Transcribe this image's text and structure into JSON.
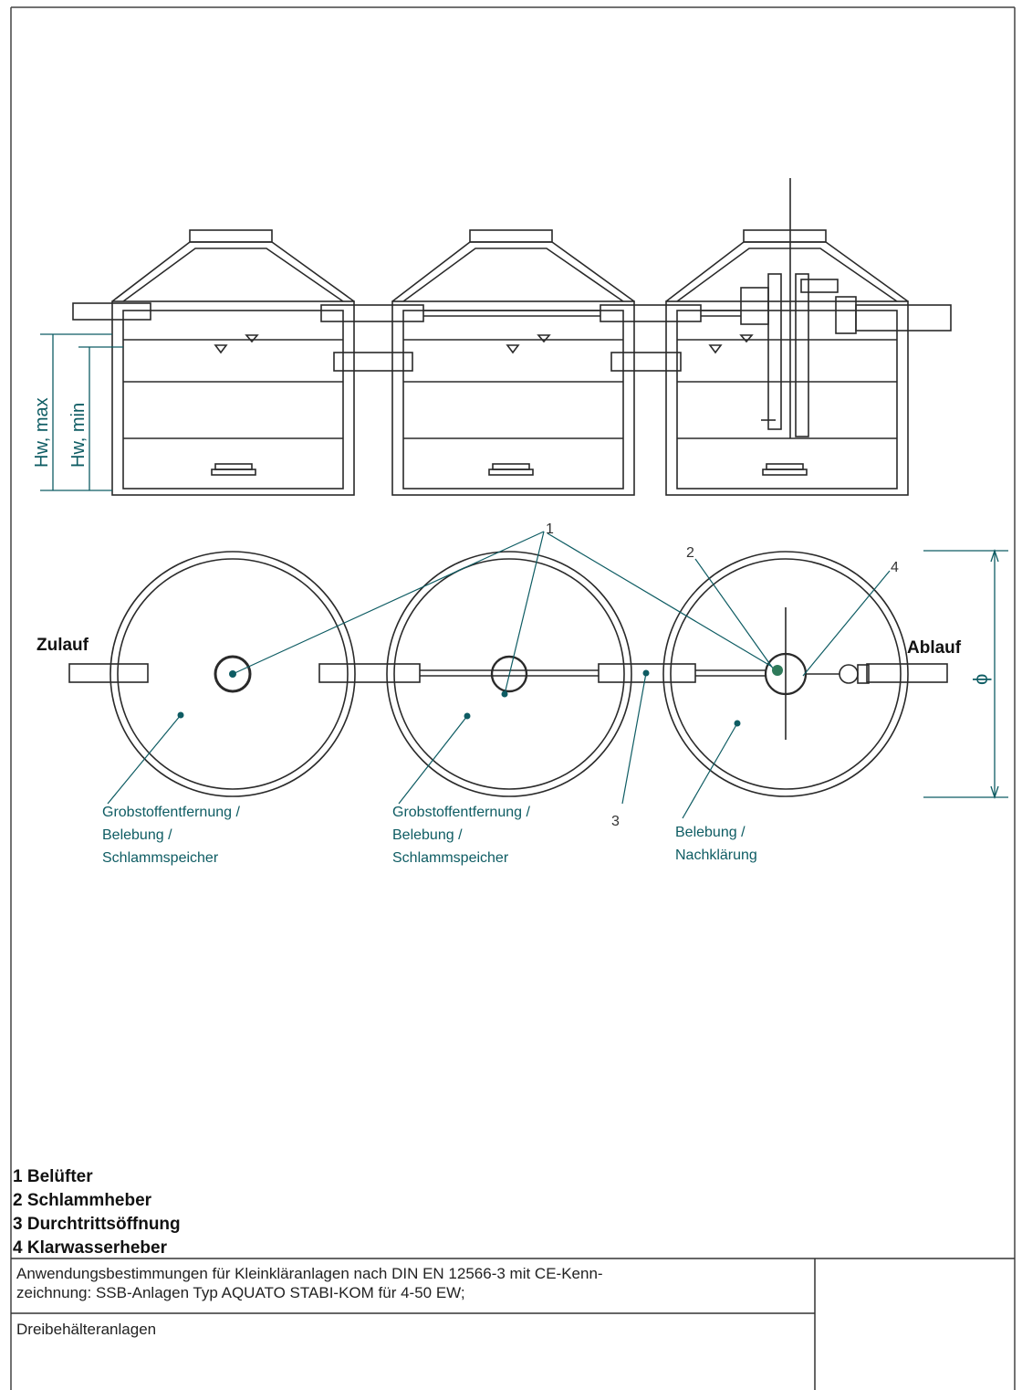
{
  "diagram": {
    "labels": {
      "inlet": "Zulauf",
      "outlet": "Ablauf",
      "diameter_symbol": "ϕ",
      "hw_max": "Hw, max",
      "hw_min": "Hw, min"
    },
    "callouts": [
      "1",
      "2",
      "3",
      "4"
    ],
    "chambers": [
      {
        "line1": "Grobstoffentfernung /",
        "line2": "Belebung /",
        "line3": "Schlammspeicher"
      },
      {
        "line1": "Grobstoffentfernung /",
        "line2": "Belebung /",
        "line3": "Schlammspeicher"
      },
      {
        "line1": "Belebung /",
        "line2": "Nachklärung",
        "line3": ""
      }
    ],
    "colors": {
      "line": "#2a2a2a",
      "accent": "#0e5c63"
    }
  },
  "legend": [
    "1 Belüfter",
    "2 Schlammheber",
    "3 Durchtrittsöffnung",
    "4 Klarwasserheber"
  ],
  "title_block": {
    "main_line1": "Anwendungsbestimmungen für Kleinkläranlagen nach DIN EN 12566-3 mit CE-Kenn-",
    "main_line2": "zeichnung: SSB-Anlagen Typ AQUATO STABI-KOM für 4-50 EW;",
    "sub": "Dreibehälteranlagen"
  }
}
